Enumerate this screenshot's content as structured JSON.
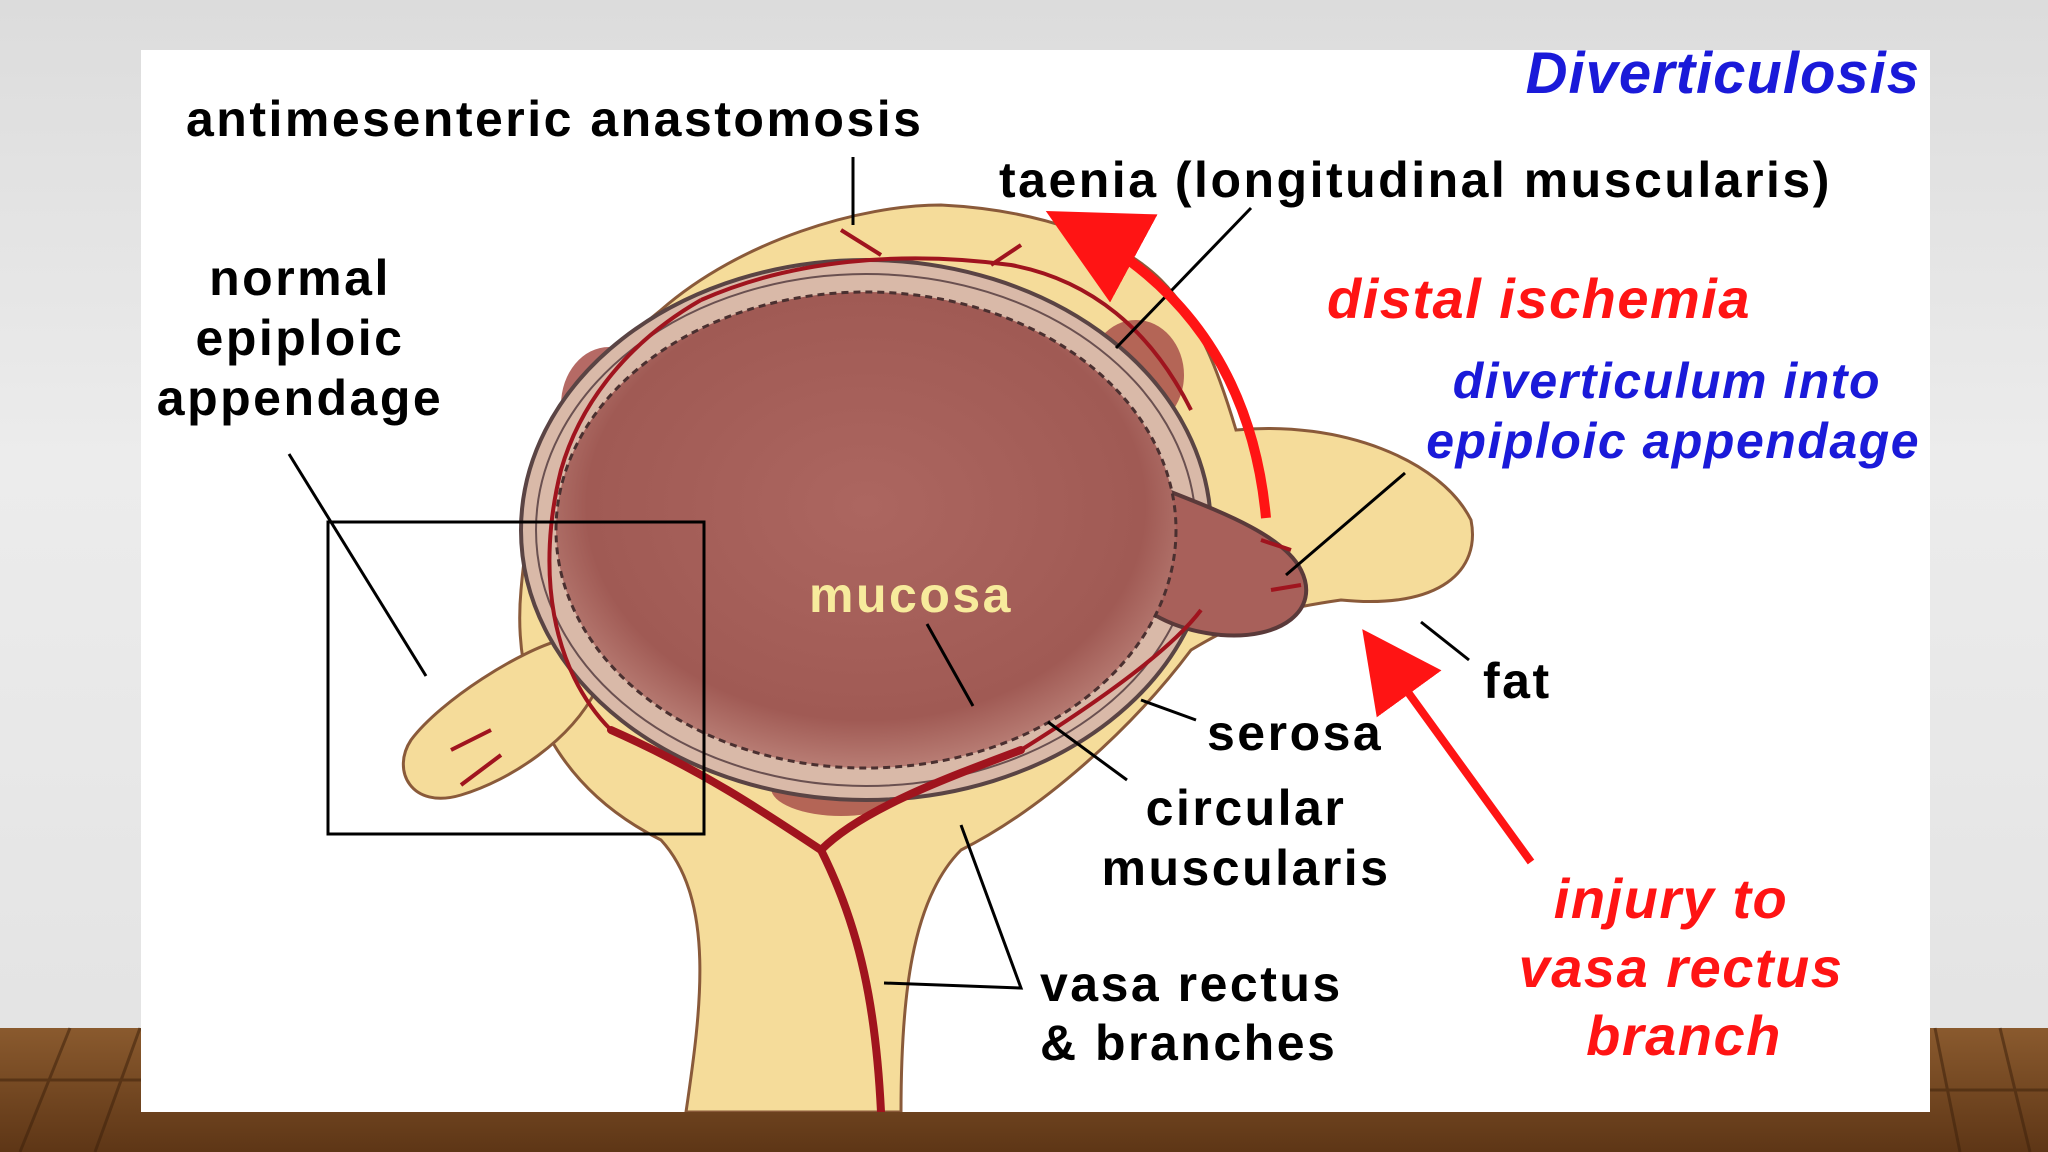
{
  "slide": {
    "title": "Diverticulosis",
    "colors": {
      "title_blue": "#1a1ad9",
      "warning_red": "#ff1414",
      "mucosa": "#a8605a",
      "fat": "#f5dc9a",
      "muscularis": "#d9b9a8",
      "vessel": "#a0141e",
      "wood_floor": "#7a4a22"
    }
  },
  "labels": {
    "antimesenteric": "antimesenteric anastomosis",
    "taenia": "taenia (longitudinal muscularis)",
    "normal_line1": "normal",
    "normal_line2": "epiploic",
    "normal_line3": "appendage",
    "mucosa": "mucosa",
    "fat": "fat",
    "serosa": "serosa",
    "circular_line1": "circular",
    "circular_line2": "muscularis",
    "vasa_line1": "vasa rectus",
    "vasa_line2": "& branches"
  },
  "annotations": {
    "distal_ischemia": "distal ischemia",
    "diverticulum_line1": "diverticulum into",
    "diverticulum_line2": "epiploic appendage",
    "injury_line1": "injury to",
    "injury_line2": "vasa rectus",
    "injury_line3": "branch"
  }
}
